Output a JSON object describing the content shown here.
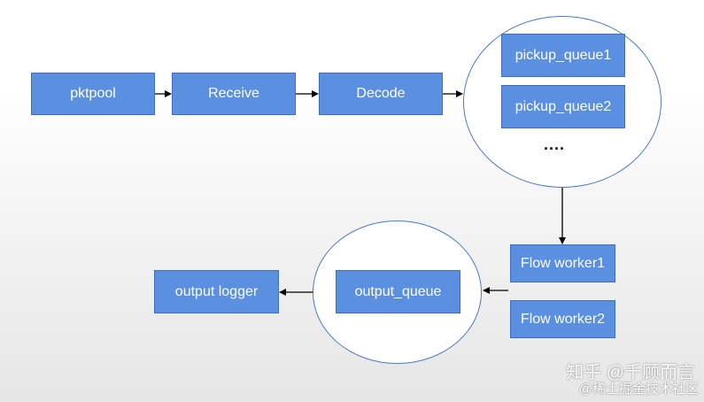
{
  "nodes": {
    "pktpool": "pktpool",
    "receive": "Receive",
    "decode": "Decode",
    "pickup_queue1": "pickup_queue1",
    "pickup_queue2": "pickup_queue2",
    "pickup_more": "....",
    "flow_worker1": "Flow worker1",
    "flow_worker2": "Flow worker2",
    "output_queue": "output_queue",
    "output_logger": "output logger"
  },
  "watermark": {
    "line1": "知乎 @千顾而言",
    "line2": "@稀土掘金技术社区"
  },
  "colors": {
    "box_fill": "#5b8fe0",
    "box_border": "#3f6fbe",
    "circle_border": "#4a78c8",
    "box_text": "#ffffff"
  }
}
